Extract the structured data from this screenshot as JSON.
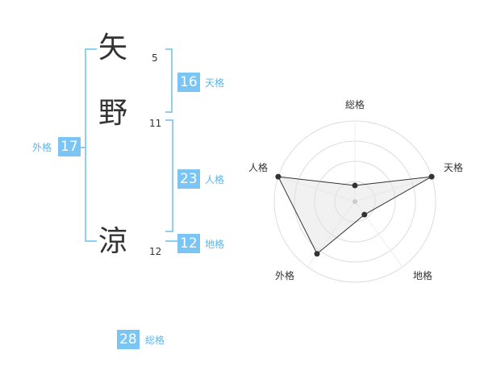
{
  "colors": {
    "accent": "#7ac5f4",
    "accent_text": "#5eb6ea",
    "text": "#333333"
  },
  "name": {
    "chars": [
      {
        "char": "矢",
        "strokes": "5"
      },
      {
        "char": "野",
        "strokes": "11"
      },
      {
        "char": "涼",
        "strokes": "12"
      }
    ]
  },
  "fortunes": {
    "tenkaku": {
      "value": "16",
      "label": "天格"
    },
    "jinkaku": {
      "value": "23",
      "label": "人格"
    },
    "chikaku": {
      "value": "12",
      "label": "地格"
    },
    "gaikaku": {
      "value": "17",
      "label": "外格"
    },
    "soukaku": {
      "value": "28",
      "label": "総格"
    }
  },
  "chart_data": {
    "type": "radar",
    "axes": [
      "総格",
      "天格",
      "地格",
      "外格",
      "人格"
    ],
    "values": [
      0.2,
      1.0,
      0.2,
      0.8,
      1.0
    ],
    "levels": 4,
    "range": [
      0,
      1
    ]
  }
}
